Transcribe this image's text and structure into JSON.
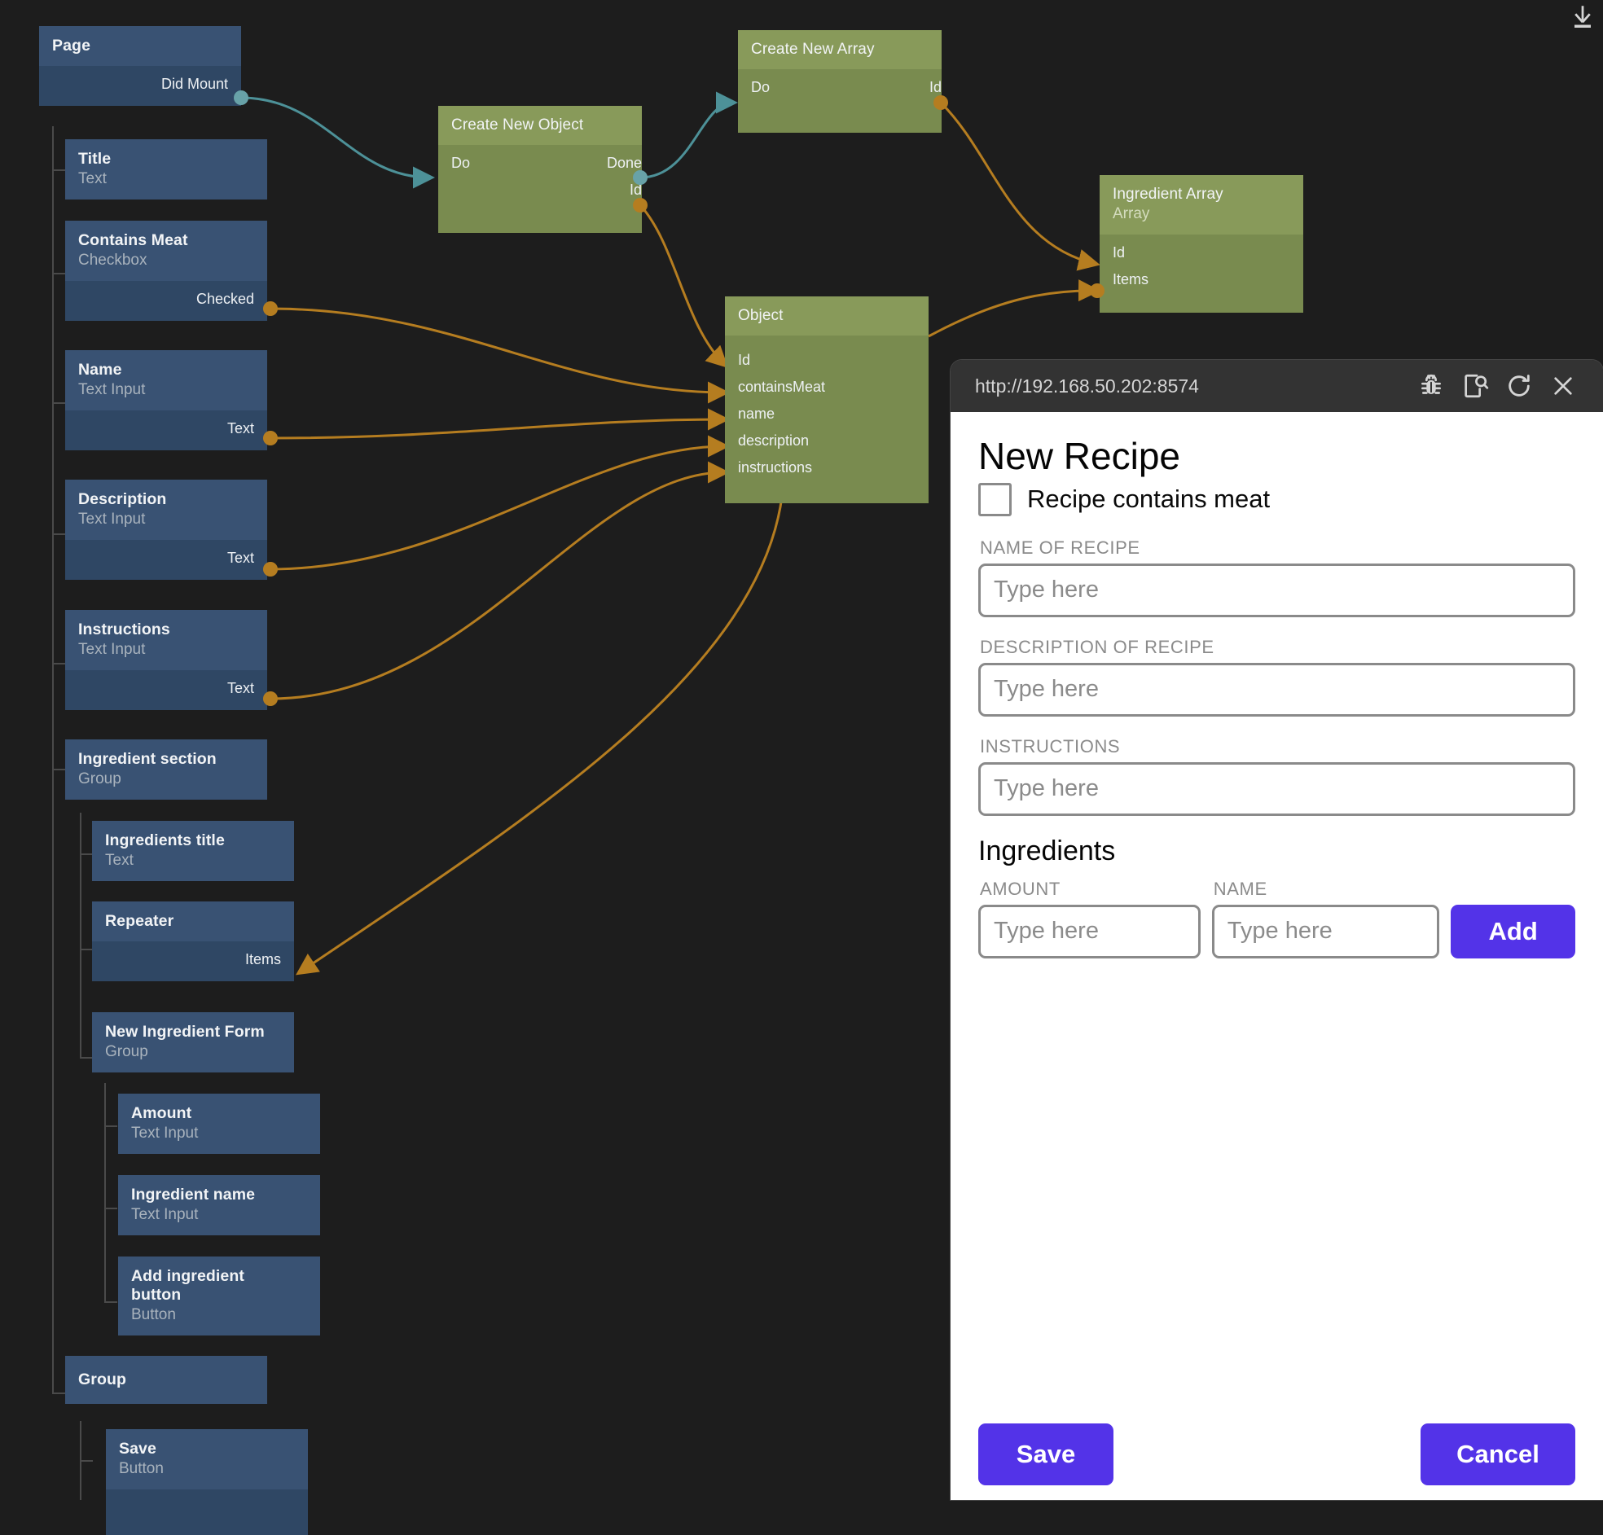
{
  "editor": {
    "background_color": "#1d1d1d",
    "download_icon": "download-icon",
    "component_nodes": [
      {
        "title": "Page",
        "subtitle": "",
        "ports_out": [
          "Did Mount"
        ]
      },
      {
        "title": "Title",
        "subtitle": "Text",
        "ports_out": []
      },
      {
        "title": "Contains Meat",
        "subtitle": "Checkbox",
        "ports_out": [
          "Checked"
        ]
      },
      {
        "title": "Name",
        "subtitle": "Text Input",
        "ports_out": [
          "Text"
        ]
      },
      {
        "title": "Description",
        "subtitle": "Text Input",
        "ports_out": [
          "Text"
        ]
      },
      {
        "title": "Instructions",
        "subtitle": "Text Input",
        "ports_out": [
          "Text"
        ]
      },
      {
        "title": "Ingredient section",
        "subtitle": "Group",
        "ports_out": []
      },
      {
        "title": "Ingredients title",
        "subtitle": "Text",
        "ports_out": []
      },
      {
        "title": "Repeater",
        "subtitle": "",
        "ports_out": [
          "Items"
        ]
      },
      {
        "title": "New Ingredient Form",
        "subtitle": "Group",
        "ports_out": []
      },
      {
        "title": "Amount",
        "subtitle": "Text Input",
        "ports_out": []
      },
      {
        "title": "Ingredient name",
        "subtitle": "Text Input",
        "ports_out": []
      },
      {
        "title": "Add ingredient button",
        "subtitle": "Button",
        "ports_out": []
      },
      {
        "title": "Group",
        "subtitle": "",
        "ports_out": []
      },
      {
        "title": "Save",
        "subtitle": "Button",
        "ports_out": []
      }
    ],
    "logic_nodes": [
      {
        "title": "Create New Object",
        "subtitle": "",
        "ports_in": [
          "Do"
        ],
        "ports_out": [
          "Done",
          "Id"
        ]
      },
      {
        "title": "Create New Array",
        "subtitle": "",
        "ports_in": [
          "Do"
        ],
        "ports_out": [
          "Id"
        ]
      },
      {
        "title": "Ingredient Array",
        "subtitle": "Array",
        "ports_in": [
          "Id",
          "Items"
        ],
        "ports_out": []
      },
      {
        "title": "Object",
        "subtitle": "",
        "ports_in": [
          "Id",
          "containsMeat",
          "name",
          "description",
          "instructions"
        ],
        "ports_out": []
      }
    ],
    "wire_colors": {
      "signal": "#4d9198",
      "data": "#b57d20"
    }
  },
  "preview": {
    "url": "http://192.168.50.202:8574",
    "toolbar_icons": [
      "bug-icon",
      "inspect-page-icon",
      "reload-icon",
      "close-icon"
    ],
    "page": {
      "heading": "New Recipe",
      "checkbox_label": "Recipe contains meat",
      "checkbox_checked": false,
      "fields": [
        {
          "label": "NAME OF RECIPE",
          "value": "",
          "placeholder": "Type here"
        },
        {
          "label": "DESCRIPTION OF RECIPE",
          "value": "",
          "placeholder": "Type here"
        },
        {
          "label": "INSTRUCTIONS",
          "value": "",
          "placeholder": "Type here"
        }
      ],
      "ingredients_heading": "Ingredients",
      "ingredient_amount_label": "AMOUNT",
      "ingredient_amount_placeholder": "Type here",
      "ingredient_amount_value": "",
      "ingredient_name_label": "NAME",
      "ingredient_name_placeholder": "Type here",
      "ingredient_name_value": "",
      "add_label": "Add",
      "save_label": "Save",
      "cancel_label": "Cancel",
      "accent_color": "#5333e8"
    }
  }
}
